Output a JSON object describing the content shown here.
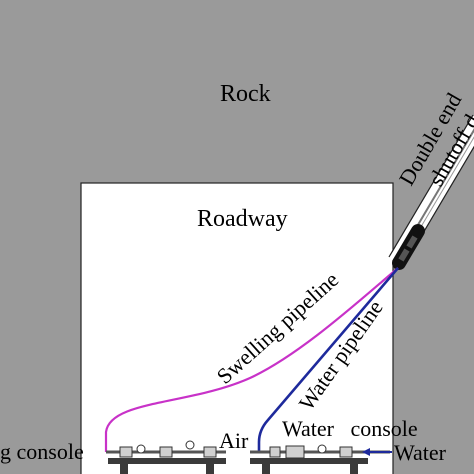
{
  "labels": {
    "rock": "Rock",
    "roadway": "Roadway",
    "device": "Double end shutoff d",
    "device_line1": "Double end",
    "device_line2": "shutoff d",
    "swelling_pipeline": "Swelling pipeline",
    "water_pipeline": "Water pipeline",
    "swelling_console": "g console",
    "air": "Air",
    "water_console": "Water   console",
    "water_inlet": "Water"
  },
  "colors": {
    "rock": "#9a9a9a",
    "roadway": "#ffffff",
    "swelling_pipe": "#c832c8",
    "water_pipe": "#1e2a9c",
    "device_body": "#c9c9c9",
    "console_base": "#3a3a3a"
  }
}
